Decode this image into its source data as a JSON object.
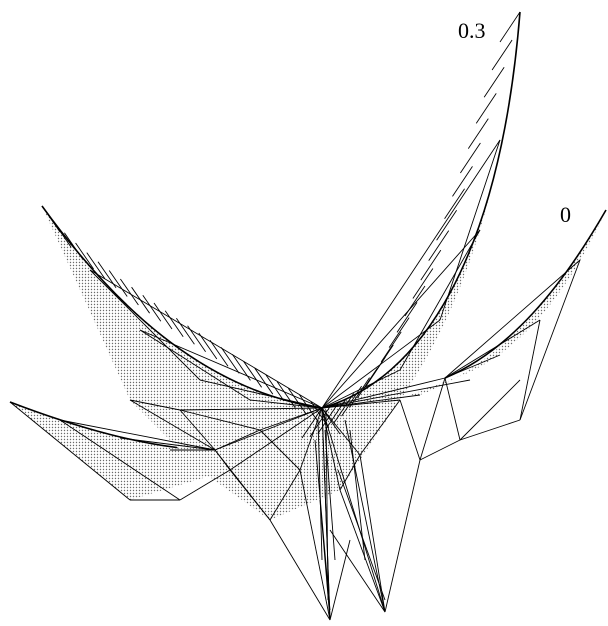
{
  "surface_labels": [
    {
      "key": "upper",
      "text": "0.3"
    },
    {
      "key": "lower",
      "text": "0"
    }
  ],
  "colors": {
    "ink": "#000000",
    "shade": "#c9c9c9",
    "background": "#ffffff"
  }
}
